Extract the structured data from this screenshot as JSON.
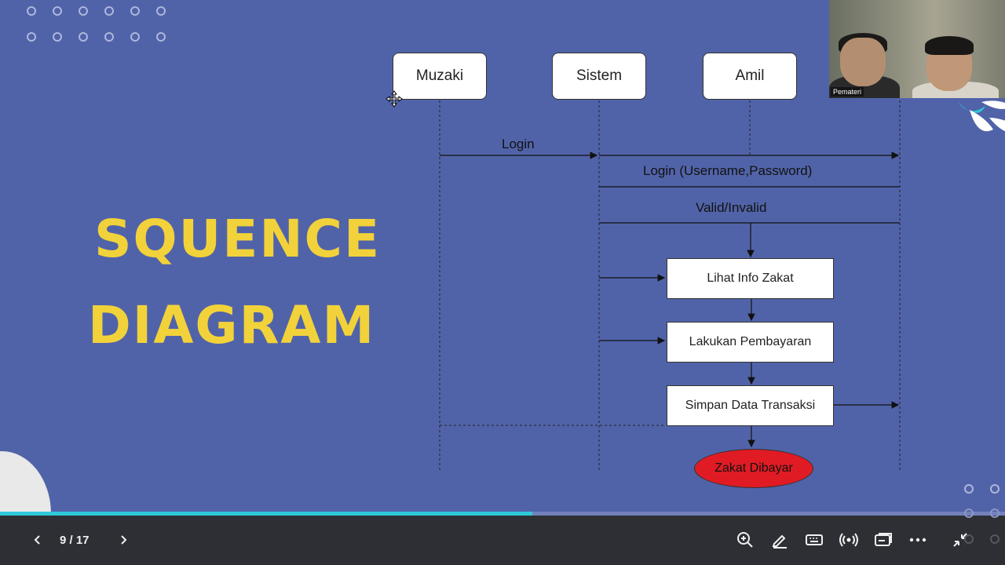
{
  "slide": {
    "title_line1": "SQUENCE",
    "title_line2": "DIAGRAM"
  },
  "diagram": {
    "actors": [
      "Muzaki",
      "Sistem",
      "Amil"
    ],
    "messages": [
      "Login",
      "Login (Username,Password)",
      "Valid/Invalid"
    ],
    "steps": [
      "Lihat Info Zakat",
      "Lakukan Pembayaran",
      "Simpan Data Transaksi"
    ],
    "end_label": "Zakat Dibayar"
  },
  "video": {
    "participant_label": "Pemateri"
  },
  "toolbar": {
    "page_indicator": "9 / 17",
    "progress_fraction": 0.53
  },
  "colors": {
    "slide_bg": "#5163a8",
    "title": "#f2d23a",
    "end_oval": "#e01b24",
    "progress": "#2ec8d8",
    "toolbar_bg": "#2d2f34"
  },
  "icons": {
    "prev": "chevron-left-icon",
    "next": "chevron-right-icon",
    "zoom": "zoom-in-icon",
    "pen": "pen-icon",
    "keyboard": "keyboard-icon",
    "live": "broadcast-icon",
    "present": "present-icon",
    "more": "more-icon",
    "exit_fullscreen": "exit-fullscreen-icon"
  }
}
